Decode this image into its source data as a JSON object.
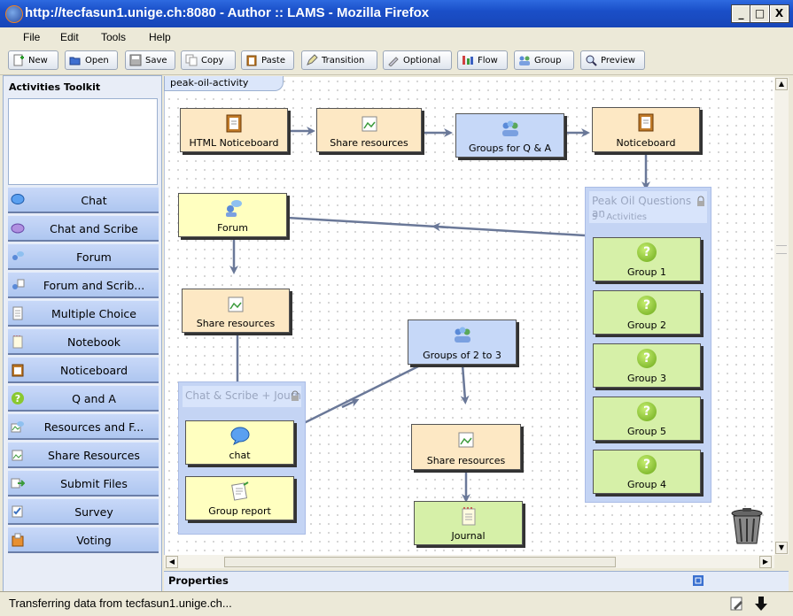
{
  "window": {
    "title": "http://tecfasun1.unige.ch:8080 - Author :: LAMS - Mozilla Firefox",
    "min_label": "_",
    "max_label": "□",
    "close_label": "X"
  },
  "menu": [
    "File",
    "Edit",
    "Tools",
    "Help"
  ],
  "toolbar": {
    "new": "New",
    "open": "Open",
    "save": "Save",
    "copy": "Copy",
    "paste": "Paste",
    "transition": "Transition",
    "optional": "Optional",
    "flow": "Flow",
    "group": "Group",
    "preview": "Preview"
  },
  "toolkit": {
    "title": "Activities Toolkit",
    "items": [
      "Chat",
      "Chat and Scribe",
      "Forum",
      "Forum and Scrib...",
      "Multiple Choice",
      "Notebook",
      "Noticeboard",
      "Q and A",
      "Resources and F...",
      "Share Resources",
      "Submit Files",
      "Survey",
      "Voting"
    ]
  },
  "canvas": {
    "tab_label": "peak-oil-activity",
    "activities": {
      "html_noticeboard": "HTML Noticeboard",
      "share_resources_1": "Share resources",
      "groups_qa": "Groups for Q & A",
      "noticeboard": "Noticeboard",
      "forum": "Forum",
      "share_resources_2": "Share resources",
      "groups_2_3": "Groups of 2 to 3",
      "share_resources_3": "Share resources",
      "journal": "Journal"
    },
    "group_peak": {
      "title": "Peak Oil Questions an",
      "subtitle": "5 - Activities",
      "items": [
        "Group 1",
        "Group 2",
        "Group 3",
        "Group 5",
        "Group 4"
      ]
    },
    "group_chat": {
      "title": "Chat & Scribe + Journ",
      "items": [
        "chat",
        "Group report"
      ]
    },
    "question_mark": "?"
  },
  "properties_label": "Properties",
  "status": {
    "text": "Transferring data from tecfasun1.unige.ch..."
  }
}
